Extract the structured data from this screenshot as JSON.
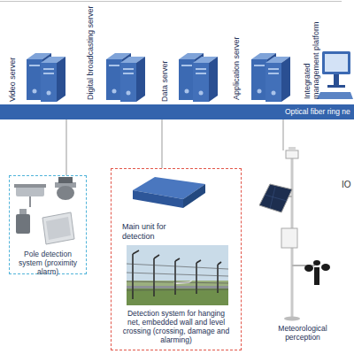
{
  "diagram": {
    "nodes": [
      {
        "text": [
          "Video server"
        ]
      },
      {
        "text": [
          "Digital broadcasting server"
        ]
      },
      {
        "text": [
          "Data server"
        ]
      },
      {
        "text": [
          "Application server"
        ]
      },
      {
        "text": [
          "Integrated management platform"
        ]
      },
      {
        "text": [
          "Optical fiber ring ne"
        ]
      },
      {
        "text": [
          "Pole detection system (proximity alarm)"
        ]
      },
      {
        "text": [
          "Main unit for detection",
          "Detection system for hanging net, embedded wall and level crossing (crossing, damage and alarming)"
        ]
      },
      {
        "text": [
          "Meteorological perception"
        ]
      }
    ],
    "edges": [
      {
        "from": 5,
        "to": 6,
        "arrow": "none"
      },
      {
        "from": 5,
        "to": 7,
        "arrow": "none"
      },
      {
        "from": 5,
        "to": 8,
        "arrow": "none"
      }
    ],
    "labels": [
      "IO"
    ]
  }
}
